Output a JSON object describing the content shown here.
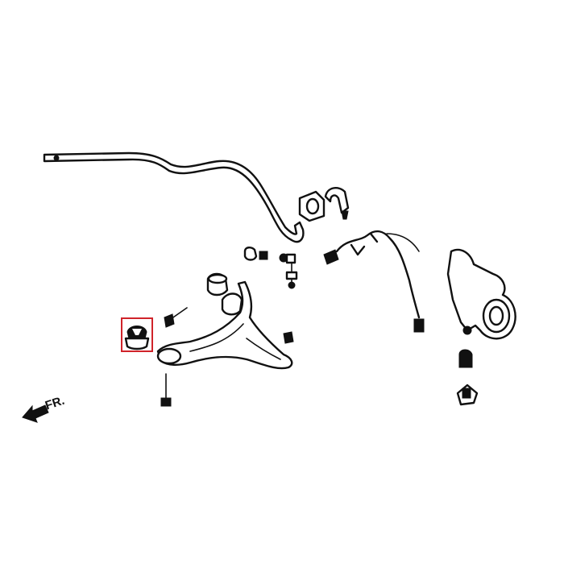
{
  "diagram": {
    "direction_label": "FR.",
    "highlight_color": "#d0232a",
    "highlighted_part": "lower-arm-rear-bushing",
    "parts": [
      "stabilizer-bar",
      "stabilizer-bushing",
      "stabilizer-bracket",
      "stabilizer-link",
      "lower-control-arm",
      "lower-arm-front-bushing",
      "lower-arm-rear-bushing",
      "bolt",
      "abs-sensor-wire",
      "steering-knuckle",
      "ball-joint"
    ]
  }
}
